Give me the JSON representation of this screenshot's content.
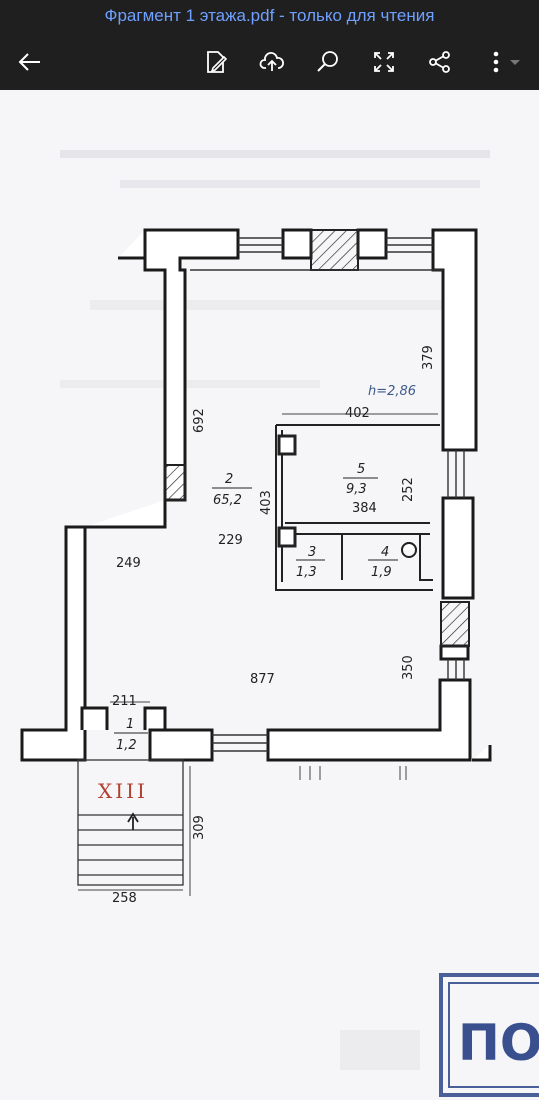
{
  "status_bar": {
    "title": "Фрагмент 1 этажа.pdf - только для чтения"
  },
  "toolbar": {
    "icons": [
      "back-arrow-icon",
      "edit-icon",
      "cloud-upload-icon",
      "search-icon",
      "fullscreen-icon",
      "share-icon",
      "more-icon"
    ]
  },
  "plan": {
    "height_note": "h=2,86",
    "dims": {
      "d379": "379",
      "d402": "402",
      "d692": "692",
      "d403": "403",
      "d252": "252",
      "d229": "229",
      "d384": "384",
      "d249": "249",
      "d350": "350",
      "d877": "877",
      "d211": "211",
      "d309": "309",
      "d258": "258"
    },
    "rooms": {
      "r1": {
        "num": "1",
        "area": "1,2"
      },
      "r2": {
        "num": "2",
        "area": "65,2"
      },
      "r3": {
        "num": "3",
        "area": "1,3"
      },
      "r4": {
        "num": "4",
        "area": "1,9"
      },
      "r5": {
        "num": "5",
        "area": "9,3"
      }
    },
    "entrance": "XIII",
    "stamp_text": "ПО"
  },
  "colors": {
    "status_text": "#6fa0ff",
    "bar_bg": "#1f1f1f",
    "stamp": "#3a4f8e",
    "entrance": "#b04030"
  }
}
